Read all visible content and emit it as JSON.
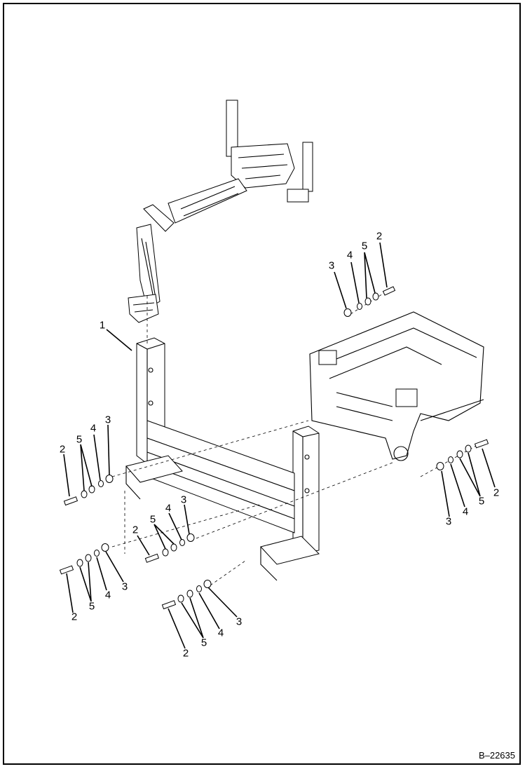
{
  "reference_code": "B–22635",
  "callouts": {
    "item_1": "1",
    "item_2": "2",
    "item_3": "3",
    "item_4": "4",
    "item_5": "5"
  }
}
